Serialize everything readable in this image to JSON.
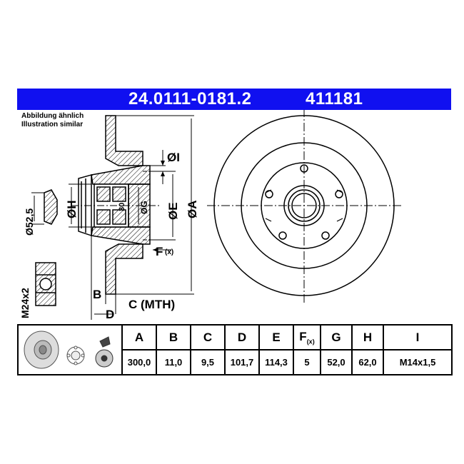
{
  "header": {
    "part_number": "24.0111-0181.2",
    "reference_number": "411181",
    "background_color": "#1010f0"
  },
  "note": {
    "line1": "Abbildung ähnlich",
    "line2": "Illustration similar"
  },
  "dimension_labels": {
    "bolt_hole": "ØI",
    "hub_diameter": "ØH",
    "bearing_bore": "30",
    "center_bore": "ØG",
    "pitch_circle": "ØE",
    "outer_diameter": "ØA",
    "bolt_count": "F",
    "bolt_count_suffix": "(x)",
    "thickness": "B",
    "min_thickness": "C (MTH)",
    "height": "D",
    "cap_diameter": "Ø52,5",
    "nut_thread": "M24x2"
  },
  "table": {
    "headers": [
      "A",
      "B",
      "C",
      "D",
      "E",
      "F",
      "G",
      "H",
      "I"
    ],
    "header_suffix_f": "(x)",
    "values": [
      "300,0",
      "11,0",
      "9,5",
      "101,7",
      "114,3",
      "5",
      "52,0",
      "62,0",
      "M14x1,5"
    ],
    "icons": [
      "disc-icon",
      "bearing-icon",
      "abs-sensor-icon"
    ]
  }
}
